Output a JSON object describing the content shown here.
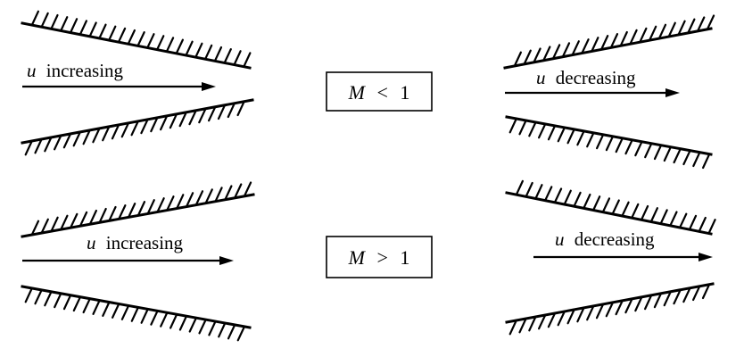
{
  "variable_symbol": "u",
  "mach_symbol": "M",
  "rows": [
    {
      "condition": {
        "symbol": "M",
        "operator": "<",
        "value": "1"
      },
      "nozzles": [
        {
          "shape": "converging",
          "flow_variable": "u",
          "flow_trend": "increasing"
        },
        {
          "shape": "diverging",
          "flow_variable": "u",
          "flow_trend": "decreasing"
        }
      ]
    },
    {
      "condition": {
        "symbol": "M",
        "operator": ">",
        "value": "1"
      },
      "nozzles": [
        {
          "shape": "diverging",
          "flow_variable": "u",
          "flow_trend": "increasing"
        },
        {
          "shape": "converging",
          "flow_variable": "u",
          "flow_trend": "decreasing"
        }
      ]
    }
  ],
  "colors": {
    "ink": "#000000",
    "background": "#ffffff"
  }
}
